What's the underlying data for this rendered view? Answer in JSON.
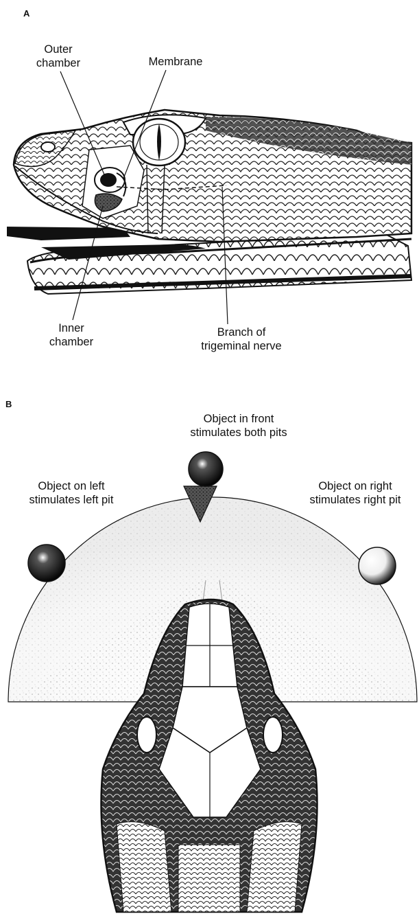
{
  "panel_a": {
    "letter": "A",
    "labels": {
      "outer_chamber": [
        "Outer",
        "chamber"
      ],
      "membrane": "Membrane",
      "inner_chamber": [
        "Inner",
        "chamber"
      ],
      "trigeminal": [
        "Branch of",
        "trigeminal nerve"
      ]
    }
  },
  "panel_b": {
    "letter": "B",
    "labels": {
      "front": [
        "Object in front",
        "stimulates both pits"
      ],
      "left": [
        "Object on left",
        "stimulates left pit"
      ],
      "right": [
        "Object on right",
        "stimulates right pit"
      ]
    }
  },
  "colors": {
    "ink": "#111111",
    "field_shade": "#f4f4f4",
    "scale_fill": "#ffffff"
  }
}
